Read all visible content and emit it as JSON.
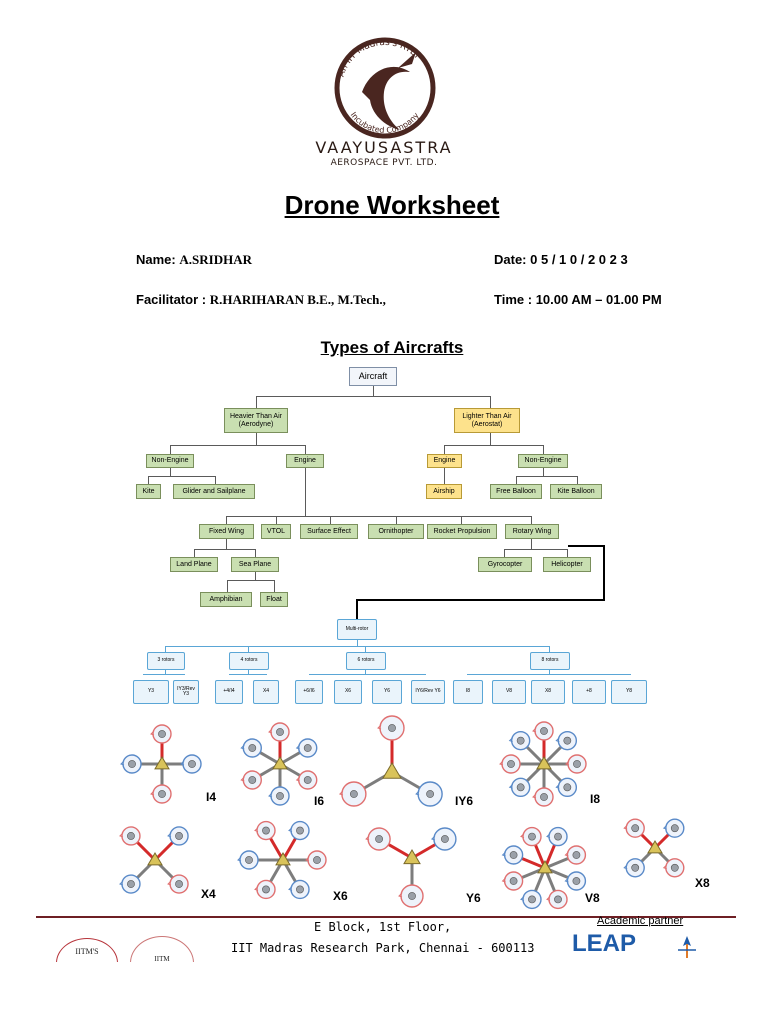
{
  "header": {
    "logo_ring_text_top": "An IIT Madras's RTBI",
    "logo_ring_text_bottom": "Incubated Company",
    "company_name": "VAAYUSASTRA",
    "company_sub": "AEROSPACE PVT. LTD."
  },
  "title": "Drone Worksheet",
  "fields": {
    "name_label": "Name:",
    "name_value": "A.SRIDHAR",
    "date_label": "Date:",
    "date_value": "0 5 / 1 0 / 2 0 2 3",
    "facilitator_label": "Facilitator :",
    "facilitator_value": "R.HARIHARAN B.E., M.Tech.,",
    "time_label": "Time :",
    "time_value": "10.00 AM – 01.00 PM"
  },
  "subtitle": "Types of Aircrafts",
  "tree": {
    "root": "Aircraft",
    "heavier": "Heavier Than Air (Aerodyne)",
    "lighter": "Lighter Than Air (Aerostat)",
    "h_non_engine": "Non-Engine",
    "h_engine": "Engine",
    "kite": "Kite",
    "glider": "Glider and Sailplane",
    "l_engine": "Engine",
    "l_non_engine": "Non-Engine",
    "airship": "Airship",
    "free_balloon": "Free Balloon",
    "kite_balloon": "Kite Balloon",
    "fixed_wing": "Fixed Wing",
    "vtol": "VTOL",
    "surface_effect": "Surface Effect",
    "ornithopter": "Ornithopter",
    "rocket": "Rocket Propulsion",
    "rotary": "Rotary Wing",
    "land_plane": "Land Plane",
    "sea_plane": "Sea Plane",
    "amphibian": "Amphibian",
    "float": "Float",
    "gyrocopter": "Gyrocopter",
    "helicopter": "Helicopter"
  },
  "multirotor": {
    "root": "Multi-rotor",
    "groups": [
      "3 rotors",
      "4 rotors",
      "6 rotors",
      "8 rotors"
    ],
    "leaves": [
      "Y3",
      "IY3/Rev Y3",
      "+4/I4",
      "X4",
      "+6/I6",
      "X6",
      "Y6",
      "IY6/Rev Y6",
      "I8",
      "V8",
      "X8",
      "+8",
      "Y8"
    ]
  },
  "configs": [
    "I4",
    "I6",
    "IY6",
    "I8",
    "X4",
    "X6",
    "Y6",
    "V8",
    "X8"
  ],
  "footer": {
    "line1": "E Block, 1st Floor,",
    "line2": "IIT Madras Research Park, Chennai - 600113",
    "partner": "Academic partner",
    "leap": "LEAP",
    "logo1_text": "IITM'S",
    "logo2_text": "IITM"
  },
  "colors": {
    "brand": "#6e1f24",
    "green_node": "#c9dfb1",
    "gold_node": "#fde28c",
    "arm_red": "#d42a2a",
    "leap_blue": "#1e5ba8"
  }
}
